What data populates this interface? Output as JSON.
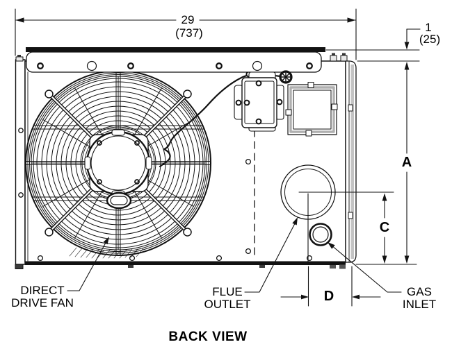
{
  "view": {
    "title": "BACK VIEW"
  },
  "dimensions": {
    "width": {
      "inches": "29",
      "mm": "(737)"
    },
    "top_cap": {
      "inches": "1",
      "mm": "(25)"
    },
    "height_label": "A",
    "flue_height_label": "C",
    "flue_offset_label": "D"
  },
  "callouts": {
    "fan": {
      "line1": "DIRECT",
      "line2": "DRIVE FAN"
    },
    "flue": {
      "line1": "FLUE",
      "line2": "OUTLET"
    },
    "gas": {
      "line1": "GAS",
      "line2": "INLET"
    }
  },
  "colors": {
    "line": "#121212",
    "shade": "#c4c4c4",
    "background": "#ffffff"
  }
}
